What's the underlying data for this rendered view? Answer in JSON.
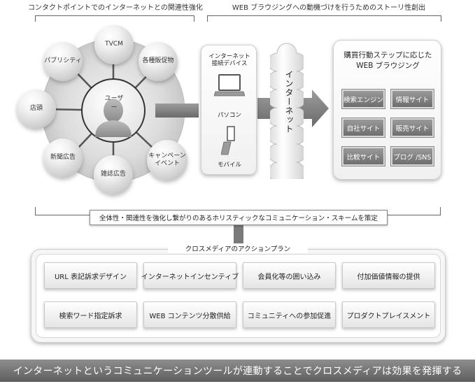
{
  "captions": {
    "left": "コンタクトポイントでのインターネットとの関連性強化",
    "right": "WEB ブラウジングへの動機づけを行うためのストーリ性創出"
  },
  "hub": {
    "center": "ユーザー"
  },
  "spheres": {
    "tvcm": "TVCM",
    "publicity": "パブリシティ",
    "sales_promo": "各種販促物",
    "store": "店頭",
    "campaign": "キャンペーン\nイベント",
    "newspaper": "新聞広告",
    "magazine": "雑誌広告"
  },
  "devices": {
    "title": "インターネット\n接続デバイス",
    "pc": "パソコン",
    "mobile": "モバイル"
  },
  "internet": "インターネット",
  "browsing": {
    "title": "購買行動ステップに応じた\nWEB ブラウジング",
    "buttons": [
      "検索エンジン",
      "情報サイト",
      "自社サイト",
      "販売サイト",
      "比較サイト",
      "ブログ /SNS"
    ]
  },
  "scheme": "全体性・関連性を強化し繋がりのあるホリスティックなコミュニケーション・スキームを策定",
  "action_plan": {
    "title": "クロスメディアのアクションプラン",
    "items": [
      "URL 表記訴求デザイン",
      "インターネットインセンティブ",
      "会員化等の囲い込み",
      "付加価値情報の提供",
      "検索ワード指定訴求",
      "WEB コンテンツ分散供給",
      "コミュニティへの参加促進",
      "プロダクトプレイスメント"
    ]
  },
  "footer": "インターネットというコミュニケーションツールが連動することでクロスメディアは効果を発揮する"
}
